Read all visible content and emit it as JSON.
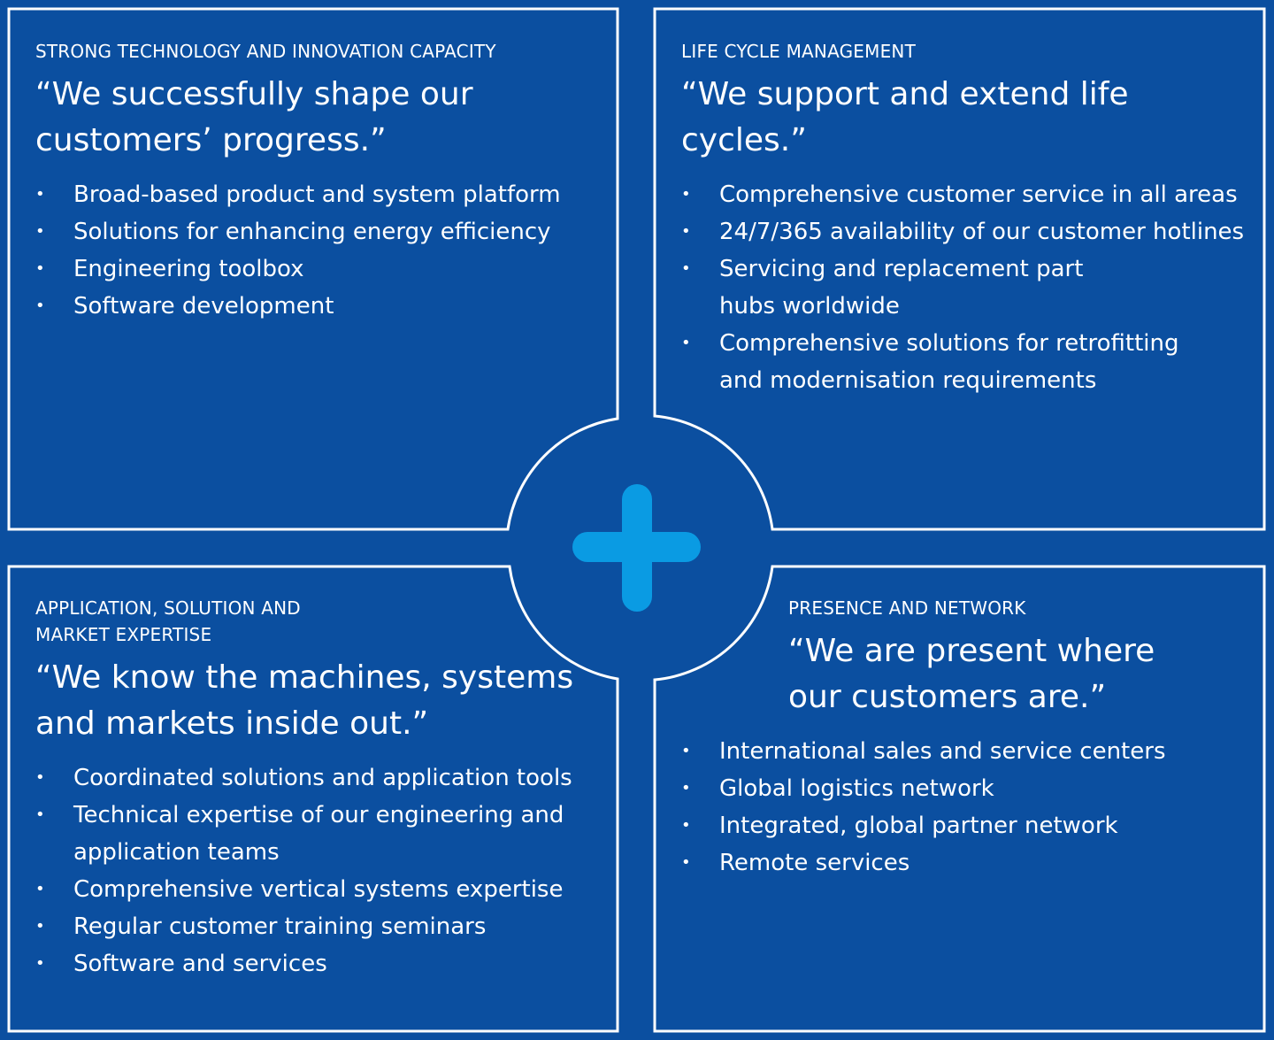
{
  "colors": {
    "background": "#0b4fa0",
    "line": "#ffffff",
    "plus": "#0a9be3"
  },
  "center_icon": "plus-icon",
  "quadrants": [
    {
      "caption": "STRONG TECHNOLOGY AND INNOVATION CAPACITY",
      "quote": "“We successfully shape our customers’ progress.”",
      "items": [
        "Broad-based product and system platform",
        "Solutions for enhancing energy efficiency",
        "Engineering toolbox",
        "Software development"
      ]
    },
    {
      "caption": "LIFE CYCLE MANAGEMENT",
      "quote": "“We support and extend life cycles.”",
      "items": [
        "Comprehensive customer service in all areas",
        "24/7/365 availability of our customer hotlines",
        "Servicing and replacement part hubs worldwide",
        "Comprehensive solutions for retrofitting and modernisation requirements"
      ]
    },
    {
      "caption": "APPLICATION, SOLUTION AND MARKET EXPERTISE",
      "quote": "“We know the machines, systems and markets inside out.”",
      "items": [
        "Coordinated solutions and application tools",
        "Technical expertise of our engineering and application teams",
        "Comprehensive vertical systems expertise",
        "Regular customer training seminars",
        "Software and services"
      ]
    },
    {
      "caption": "PRESENCE AND NETWORK",
      "quote": "“We are present where our customers are.”",
      "items": [
        "International sales and service centers",
        "Global logistics network",
        "Integrated, global partner network",
        "Remote services"
      ]
    }
  ]
}
